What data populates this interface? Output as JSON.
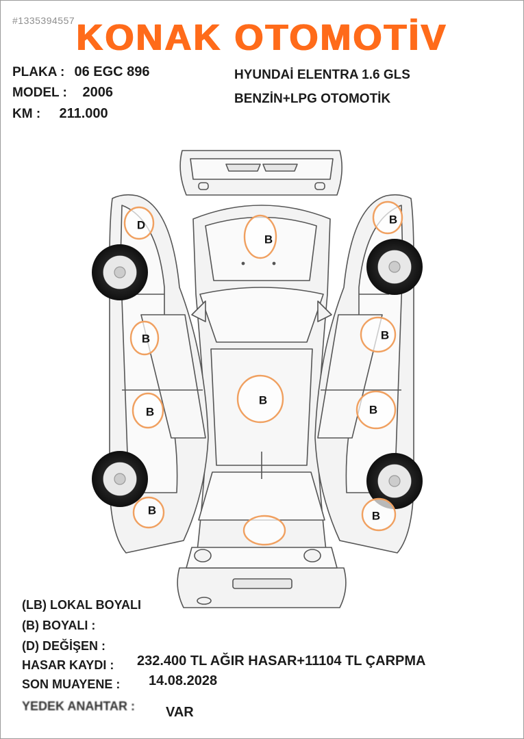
{
  "watermark": "#1335394557",
  "brand": "KONAK OTOMOTİV",
  "vehicle": {
    "plate_label": "PLAKA :",
    "plate": "06 EGC 896",
    "model_label": "MODEL :",
    "model": "2006",
    "km_label": "KM :",
    "km": "211.000",
    "name": "HYUNDAİ ELENTRA 1.6 GLS",
    "fuel": "BENZİN+LPG OTOMOTİK"
  },
  "diagram": {
    "markers": [
      {
        "id": "left-front-fender",
        "label": "D"
      },
      {
        "id": "hood",
        "label": "B"
      },
      {
        "id": "right-front-fender",
        "label": "B"
      },
      {
        "id": "left-front-door",
        "label": "B"
      },
      {
        "id": "right-front-door",
        "label": "B"
      },
      {
        "id": "roof",
        "label": "B"
      },
      {
        "id": "left-rear-door",
        "label": "B"
      },
      {
        "id": "right-rear-door",
        "label": "B"
      },
      {
        "id": "left-rear-fender",
        "label": "B"
      },
      {
        "id": "right-rear-fender",
        "label": "B"
      },
      {
        "id": "trunk",
        "label": ""
      }
    ]
  },
  "legend": {
    "lb": "(LB) LOKAL BOYALI",
    "b": "(B) BOYALI :",
    "d": "(D) DEĞİŞEN :",
    "damage_label": "HASAR KAYDI :",
    "damage_value": "232.400 TL AĞIR HASAR+11104 TL ÇARPMA",
    "inspection_label": "SON MUAYENE :",
    "inspection_value": "14.08.2028",
    "spare_key_label": "YEDEK ANAHTAR :",
    "spare_key_value": "VAR"
  },
  "colors": {
    "brand": "#ff6b1a",
    "marker": "#f0a060",
    "outline": "#555555"
  }
}
